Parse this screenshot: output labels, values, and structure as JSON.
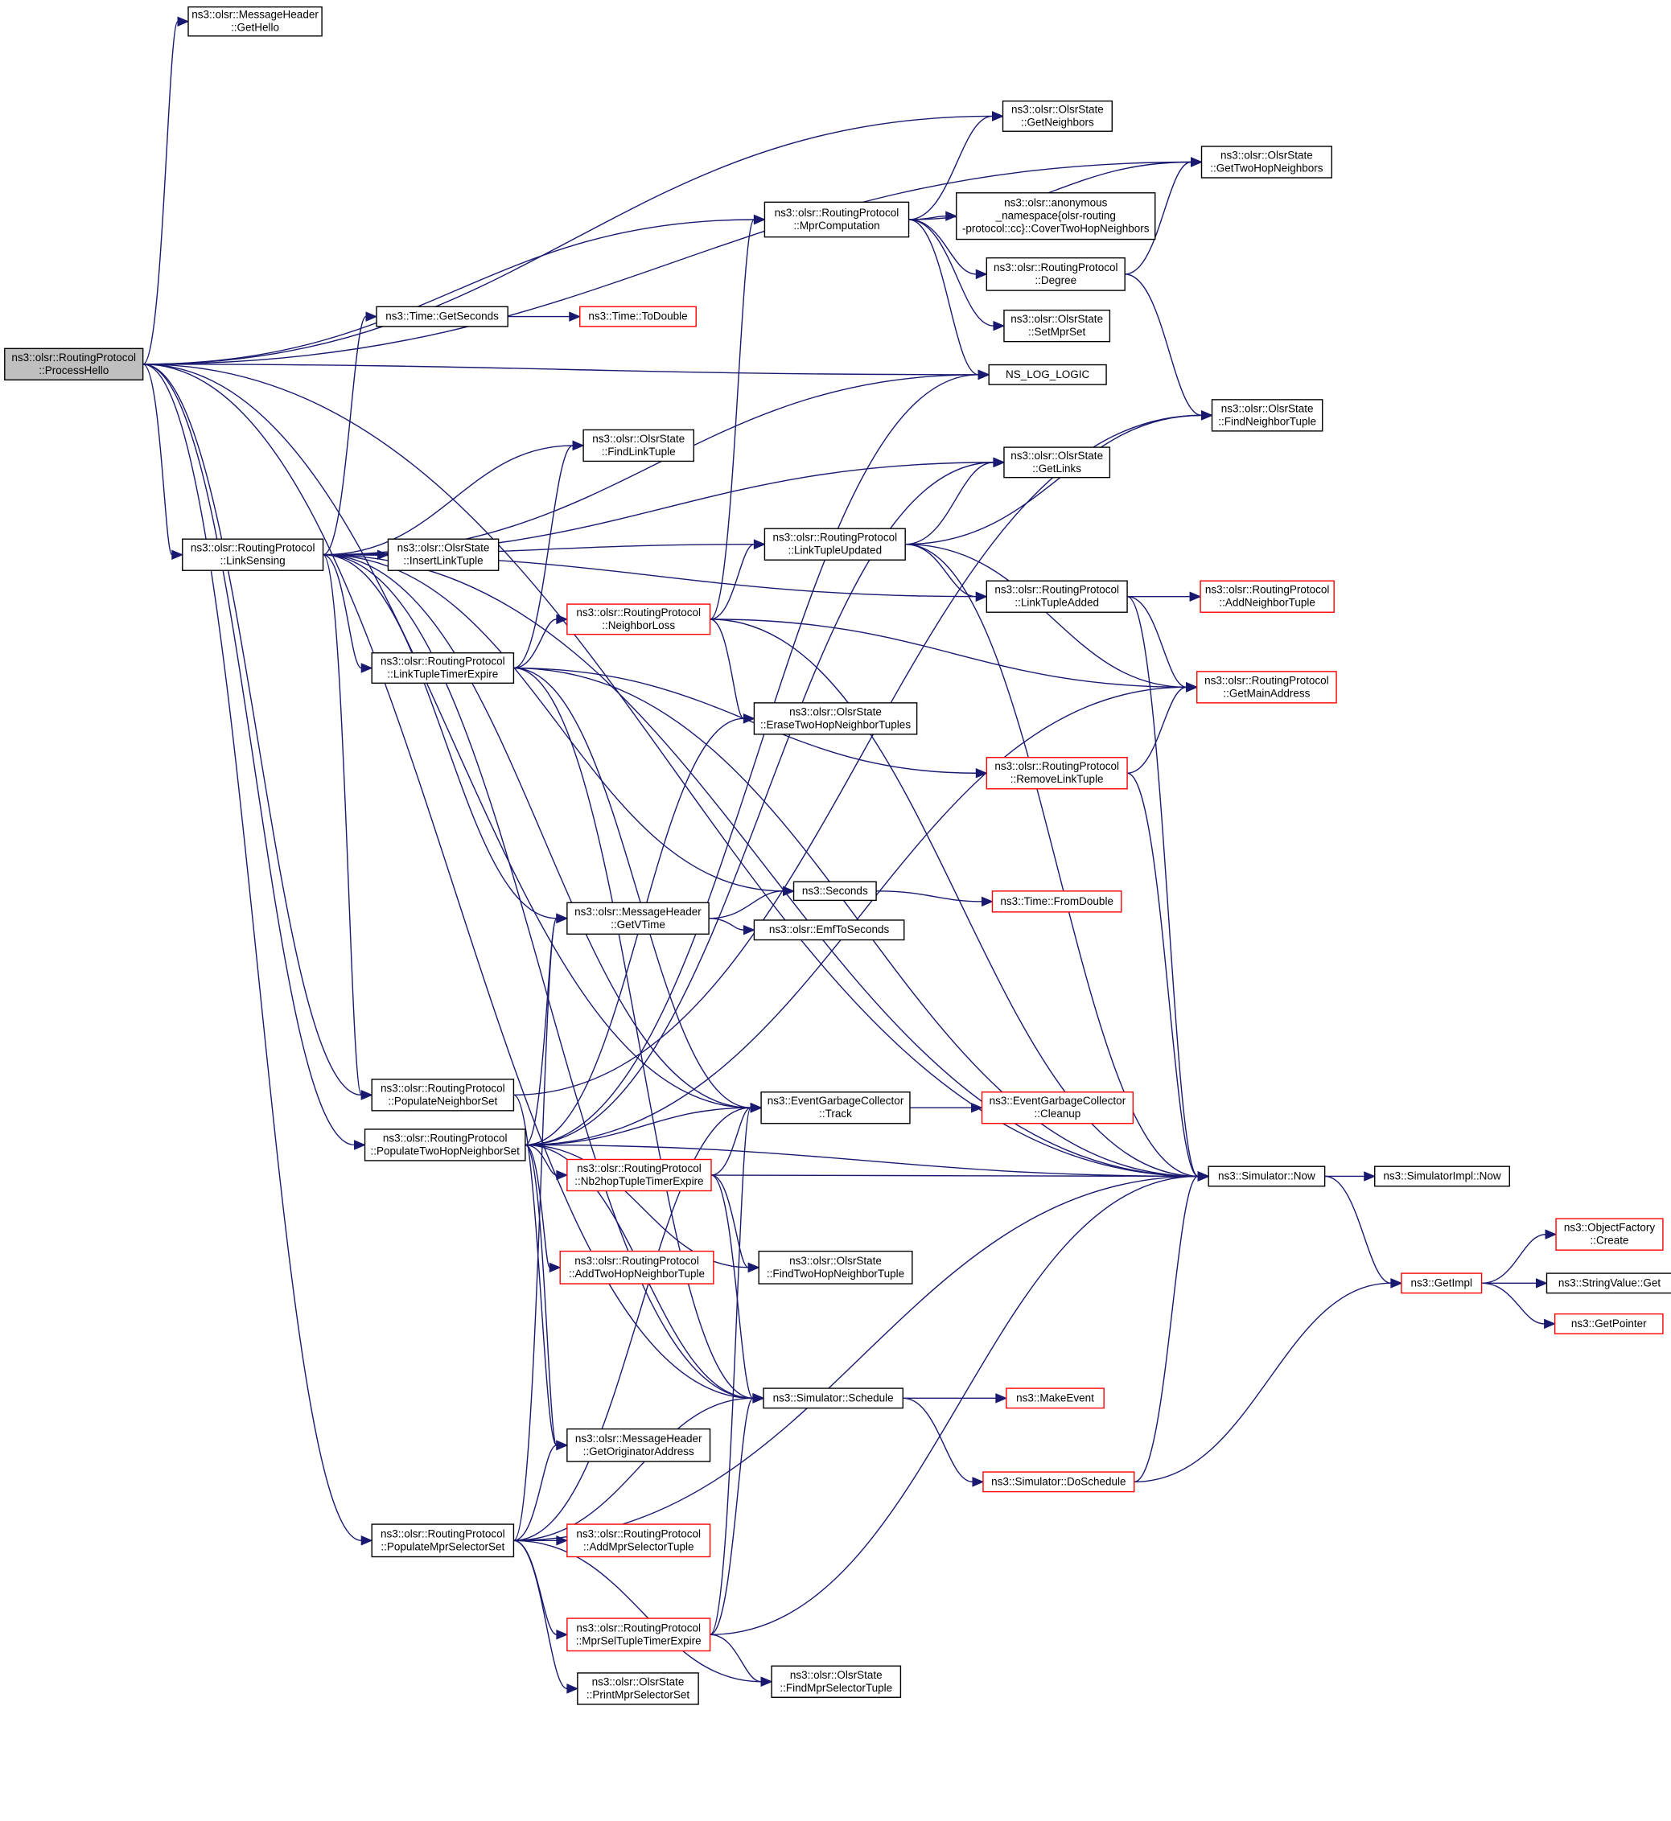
{
  "diagram": {
    "title": "",
    "edge_color": "#191970",
    "node_border": "#000000",
    "highlight_border": "#ff0000",
    "root_fill": "#bfbfbf",
    "nodes": [
      {
        "id": "ProcessHello",
        "lines": [
          "ns3::olsr::RoutingProtocol",
          "::ProcessHello"
        ],
        "root": true
      },
      {
        "id": "GetHello",
        "lines": [
          "ns3::olsr::MessageHeader",
          "::GetHello"
        ]
      },
      {
        "id": "GetNeighbors",
        "lines": [
          "ns3::olsr::OlsrState",
          "::GetNeighbors"
        ]
      },
      {
        "id": "GetTwoHopNeighbors",
        "lines": [
          "ns3::olsr::OlsrState",
          "::GetTwoHopNeighbors"
        ]
      },
      {
        "id": "MprComputation",
        "lines": [
          "ns3::olsr::RoutingProtocol",
          "::MprComputation"
        ]
      },
      {
        "id": "CoverTwoHopNeighbors",
        "lines": [
          "ns3::olsr::anonymous",
          "_namespace{olsr-routing",
          "-protocol::cc}::CoverTwoHopNeighbors"
        ]
      },
      {
        "id": "Degree",
        "lines": [
          "ns3::olsr::RoutingProtocol",
          "::Degree"
        ]
      },
      {
        "id": "SetMprSet",
        "lines": [
          "ns3::olsr::OlsrState",
          "::SetMprSet"
        ]
      },
      {
        "id": "TimeGetSeconds",
        "lines": [
          "ns3::Time::GetSeconds"
        ]
      },
      {
        "id": "TimeToDouble",
        "lines": [
          "ns3::Time::ToDouble"
        ],
        "red": true
      },
      {
        "id": "NS_LOG_LOGIC",
        "lines": [
          "NS_LOG_LOGIC"
        ]
      },
      {
        "id": "FindNeighborTuple",
        "lines": [
          "ns3::olsr::OlsrState",
          "::FindNeighborTuple"
        ]
      },
      {
        "id": "FindLinkTuple",
        "lines": [
          "ns3::olsr::OlsrState",
          "::FindLinkTuple"
        ]
      },
      {
        "id": "GetLinks",
        "lines": [
          "ns3::olsr::OlsrState",
          "::GetLinks"
        ]
      },
      {
        "id": "LinkTupleUpdated",
        "lines": [
          "ns3::olsr::RoutingProtocol",
          "::LinkTupleUpdated"
        ]
      },
      {
        "id": "LinkSensing",
        "lines": [
          "ns3::olsr::RoutingProtocol",
          "::LinkSensing"
        ]
      },
      {
        "id": "InsertLinkTuple",
        "lines": [
          "ns3::olsr::OlsrState",
          "::InsertLinkTuple"
        ]
      },
      {
        "id": "LinkTupleAdded",
        "lines": [
          "ns3::olsr::RoutingProtocol",
          "::LinkTupleAdded"
        ]
      },
      {
        "id": "AddNeighborTuple",
        "lines": [
          "ns3::olsr::RoutingProtocol",
          "::AddNeighborTuple"
        ],
        "red": true
      },
      {
        "id": "NeighborLoss",
        "lines": [
          "ns3::olsr::RoutingProtocol",
          "::NeighborLoss"
        ],
        "red": true
      },
      {
        "id": "LinkTupleTimerExpire",
        "lines": [
          "ns3::olsr::RoutingProtocol",
          "::LinkTupleTimerExpire"
        ]
      },
      {
        "id": "GetMainAddress",
        "lines": [
          "ns3::olsr::RoutingProtocol",
          "::GetMainAddress"
        ],
        "red": true
      },
      {
        "id": "EraseTwoHopNeighborTuples",
        "lines": [
          "ns3::olsr::OlsrState",
          "::EraseTwoHopNeighborTuples"
        ]
      },
      {
        "id": "RemoveLinkTuple",
        "lines": [
          "ns3::olsr::RoutingProtocol",
          "::RemoveLinkTuple"
        ],
        "red": true
      },
      {
        "id": "Seconds",
        "lines": [
          "ns3::Seconds"
        ]
      },
      {
        "id": "FromDouble",
        "lines": [
          "ns3::Time::FromDouble"
        ],
        "red": true
      },
      {
        "id": "GetVTime",
        "lines": [
          "ns3::olsr::MessageHeader",
          "::GetVTime"
        ]
      },
      {
        "id": "EmfToSeconds",
        "lines": [
          "ns3::olsr::EmfToSeconds"
        ]
      },
      {
        "id": "PopulateNeighborSet",
        "lines": [
          "ns3::olsr::RoutingProtocol",
          "::PopulateNeighborSet"
        ]
      },
      {
        "id": "Track",
        "lines": [
          "ns3::EventGarbageCollector",
          "::Track"
        ]
      },
      {
        "id": "Cleanup",
        "lines": [
          "ns3::EventGarbageCollector",
          "::Cleanup"
        ],
        "red": true
      },
      {
        "id": "PopulateTwoHopNeighborSet",
        "lines": [
          "ns3::olsr::RoutingProtocol",
          "::PopulateTwoHopNeighborSet"
        ]
      },
      {
        "id": "Nb2hopTupleTimerExpire",
        "lines": [
          "ns3::olsr::RoutingProtocol",
          "::Nb2hopTupleTimerExpire"
        ],
        "red": true
      },
      {
        "id": "SimulatorNow",
        "lines": [
          "ns3::Simulator::Now"
        ]
      },
      {
        "id": "SimulatorImplNow",
        "lines": [
          "ns3::SimulatorImpl::Now"
        ]
      },
      {
        "id": "AddTwoHopNeighborTuple",
        "lines": [
          "ns3::olsr::RoutingProtocol",
          "::AddTwoHopNeighborTuple"
        ],
        "red": true
      },
      {
        "id": "FindTwoHopNeighborTuple",
        "lines": [
          "ns3::olsr::OlsrState",
          "::FindTwoHopNeighborTuple"
        ]
      },
      {
        "id": "ObjectFactoryCreate",
        "lines": [
          "ns3::ObjectFactory",
          "::Create"
        ],
        "red": true
      },
      {
        "id": "GetImpl",
        "lines": [
          "ns3::GetImpl"
        ],
        "red": true
      },
      {
        "id": "StringValueGet",
        "lines": [
          "ns3::StringValue::Get"
        ]
      },
      {
        "id": "GetPointer",
        "lines": [
          "ns3::GetPointer"
        ],
        "red": true
      },
      {
        "id": "Schedule",
        "lines": [
          "ns3::Simulator::Schedule"
        ]
      },
      {
        "id": "MakeEvent",
        "lines": [
          "ns3::MakeEvent"
        ],
        "red": true
      },
      {
        "id": "GetOriginatorAddress",
        "lines": [
          "ns3::olsr::MessageHeader",
          "::GetOriginatorAddress"
        ]
      },
      {
        "id": "DoSchedule",
        "lines": [
          "ns3::Simulator::DoSchedule"
        ],
        "red": true
      },
      {
        "id": "PopulateMprSelectorSet",
        "lines": [
          "ns3::olsr::RoutingProtocol",
          "::PopulateMprSelectorSet"
        ]
      },
      {
        "id": "AddMprSelectorTuple",
        "lines": [
          "ns3::olsr::RoutingProtocol",
          "::AddMprSelectorTuple"
        ],
        "red": true
      },
      {
        "id": "MprSelTupleTimerExpire",
        "lines": [
          "ns3::olsr::RoutingProtocol",
          "::MprSelTupleTimerExpire"
        ],
        "red": true
      },
      {
        "id": "PrintMprSelectorSet",
        "lines": [
          "ns3::olsr::OlsrState",
          "::PrintMprSelectorSet"
        ]
      },
      {
        "id": "FindMprSelectorTuple",
        "lines": [
          "ns3::olsr::OlsrState",
          "::FindMprSelectorTuple"
        ]
      }
    ],
    "edges": [
      [
        "ProcessHello",
        "GetHello"
      ],
      [
        "ProcessHello",
        "GetNeighbors"
      ],
      [
        "ProcessHello",
        "GetTwoHopNeighbors"
      ],
      [
        "ProcessHello",
        "MprComputation"
      ],
      [
        "ProcessHello",
        "NS_LOG_LOGIC"
      ],
      [
        "ProcessHello",
        "LinkSensing"
      ],
      [
        "ProcessHello",
        "PopulateNeighborSet"
      ],
      [
        "ProcessHello",
        "PopulateTwoHopNeighborSet"
      ],
      [
        "ProcessHello",
        "PopulateMprSelectorSet"
      ],
      [
        "ProcessHello",
        "Track"
      ],
      [
        "ProcessHello",
        "Schedule"
      ],
      [
        "ProcessHello",
        "SimulatorNow"
      ],
      [
        "MprComputation",
        "GetNeighbors"
      ],
      [
        "MprComputation",
        "GetTwoHopNeighbors"
      ],
      [
        "MprComputation",
        "CoverTwoHopNeighbors"
      ],
      [
        "MprComputation",
        "Degree"
      ],
      [
        "MprComputation",
        "SetMprSet"
      ],
      [
        "MprComputation",
        "NS_LOG_LOGIC"
      ],
      [
        "Degree",
        "GetTwoHopNeighbors"
      ],
      [
        "Degree",
        "FindNeighborTuple"
      ],
      [
        "TimeGetSeconds",
        "TimeToDouble"
      ],
      [
        "LinkSensing",
        "TimeGetSeconds"
      ],
      [
        "LinkSensing",
        "NS_LOG_LOGIC"
      ],
      [
        "LinkSensing",
        "FindLinkTuple"
      ],
      [
        "LinkSensing",
        "GetLinks"
      ],
      [
        "LinkSensing",
        "LinkTupleUpdated"
      ],
      [
        "LinkSensing",
        "InsertLinkTuple"
      ],
      [
        "LinkSensing",
        "LinkTupleAdded"
      ],
      [
        "LinkSensing",
        "LinkTupleTimerExpire"
      ],
      [
        "LinkSensing",
        "Seconds"
      ],
      [
        "LinkSensing",
        "GetVTime"
      ],
      [
        "LinkSensing",
        "PopulateNeighborSet"
      ],
      [
        "LinkSensing",
        "Track"
      ],
      [
        "LinkSensing",
        "Schedule"
      ],
      [
        "LinkSensing",
        "SimulatorNow"
      ],
      [
        "LinkTupleUpdated",
        "GetLinks"
      ],
      [
        "LinkTupleUpdated",
        "FindNeighborTuple"
      ],
      [
        "LinkTupleUpdated",
        "LinkTupleAdded"
      ],
      [
        "LinkTupleUpdated",
        "GetMainAddress"
      ],
      [
        "LinkTupleUpdated",
        "SimulatorNow"
      ],
      [
        "LinkTupleAdded",
        "AddNeighborTuple"
      ],
      [
        "LinkTupleAdded",
        "GetMainAddress"
      ],
      [
        "LinkTupleAdded",
        "SimulatorNow"
      ],
      [
        "NeighborLoss",
        "MprComputation"
      ],
      [
        "NeighborLoss",
        "LinkTupleUpdated"
      ],
      [
        "NeighborLoss",
        "GetMainAddress"
      ],
      [
        "NeighborLoss",
        "EraseTwoHopNeighborTuples"
      ],
      [
        "NeighborLoss",
        "SimulatorNow"
      ],
      [
        "LinkTupleTimerExpire",
        "FindLinkTuple"
      ],
      [
        "LinkTupleTimerExpire",
        "NeighborLoss"
      ],
      [
        "LinkTupleTimerExpire",
        "RemoveLinkTuple"
      ],
      [
        "LinkTupleTimerExpire",
        "Track"
      ],
      [
        "LinkTupleTimerExpire",
        "Schedule"
      ],
      [
        "LinkTupleTimerExpire",
        "SimulatorNow"
      ],
      [
        "RemoveLinkTuple",
        "GetMainAddress"
      ],
      [
        "RemoveLinkTuple",
        "SimulatorNow"
      ],
      [
        "Seconds",
        "FromDouble"
      ],
      [
        "GetVTime",
        "Seconds"
      ],
      [
        "GetVTime",
        "EmfToSeconds"
      ],
      [
        "PopulateNeighborSet",
        "FindNeighborTuple"
      ],
      [
        "PopulateNeighborSet",
        "GetOriginatorAddress"
      ],
      [
        "Track",
        "Cleanup"
      ],
      [
        "PopulateTwoHopNeighborSet",
        "NS_LOG_LOGIC"
      ],
      [
        "PopulateTwoHopNeighborSet",
        "GetLinks"
      ],
      [
        "PopulateTwoHopNeighborSet",
        "GetMainAddress"
      ],
      [
        "PopulateTwoHopNeighborSet",
        "EraseTwoHopNeighborTuples"
      ],
      [
        "PopulateTwoHopNeighborSet",
        "GetVTime"
      ],
      [
        "PopulateTwoHopNeighborSet",
        "Track"
      ],
      [
        "PopulateTwoHopNeighborSet",
        "Nb2hopTupleTimerExpire"
      ],
      [
        "PopulateTwoHopNeighborSet",
        "AddTwoHopNeighborTuple"
      ],
      [
        "PopulateTwoHopNeighborSet",
        "FindTwoHopNeighborTuple"
      ],
      [
        "PopulateTwoHopNeighborSet",
        "Schedule"
      ],
      [
        "PopulateTwoHopNeighborSet",
        "GetOriginatorAddress"
      ],
      [
        "PopulateTwoHopNeighborSet",
        "SimulatorNow"
      ],
      [
        "Nb2hopTupleTimerExpire",
        "Track"
      ],
      [
        "Nb2hopTupleTimerExpire",
        "SimulatorNow"
      ],
      [
        "Nb2hopTupleTimerExpire",
        "FindTwoHopNeighborTuple"
      ],
      [
        "Nb2hopTupleTimerExpire",
        "Schedule"
      ],
      [
        "SimulatorNow",
        "SimulatorImplNow"
      ],
      [
        "SimulatorNow",
        "GetImpl"
      ],
      [
        "GetImpl",
        "ObjectFactoryCreate"
      ],
      [
        "GetImpl",
        "StringValueGet"
      ],
      [
        "GetImpl",
        "GetPointer"
      ],
      [
        "Schedule",
        "MakeEvent"
      ],
      [
        "Schedule",
        "DoSchedule"
      ],
      [
        "DoSchedule",
        "GetImpl"
      ],
      [
        "DoSchedule",
        "SimulatorNow"
      ],
      [
        "PopulateMprSelectorSet",
        "GetVTime"
      ],
      [
        "PopulateMprSelectorSet",
        "Track"
      ],
      [
        "PopulateMprSelectorSet",
        "GetOriginatorAddress"
      ],
      [
        "PopulateMprSelectorSet",
        "AddMprSelectorTuple"
      ],
      [
        "PopulateMprSelectorSet",
        "MprSelTupleTimerExpire"
      ],
      [
        "PopulateMprSelectorSet",
        "PrintMprSelectorSet"
      ],
      [
        "PopulateMprSelectorSet",
        "FindMprSelectorTuple"
      ],
      [
        "PopulateMprSelectorSet",
        "Schedule"
      ],
      [
        "PopulateMprSelectorSet",
        "SimulatorNow"
      ],
      [
        "MprSelTupleTimerExpire",
        "FindMprSelectorTuple"
      ],
      [
        "MprSelTupleTimerExpire",
        "Track"
      ],
      [
        "MprSelTupleTimerExpire",
        "Schedule"
      ],
      [
        "MprSelTupleTimerExpire",
        "SimulatorNow"
      ]
    ]
  }
}
